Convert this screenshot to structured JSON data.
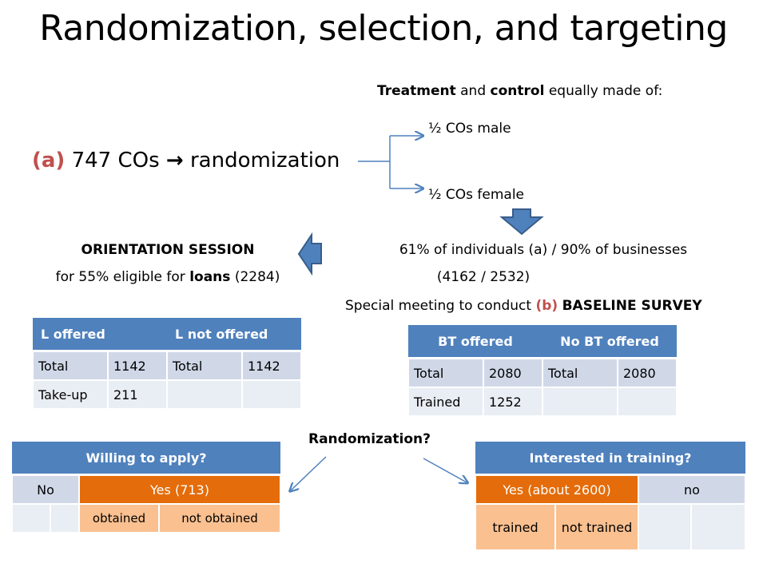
{
  "title": "Randomization, selection, and targeting",
  "treatment_header": {
    "treatment": "Treatment",
    "and": "and",
    "control": "control",
    "rest": "equally made of:"
  },
  "cos_male": "½ COs male",
  "cos_female": "½ COs female",
  "randomization_line": {
    "label": "(a)",
    "text": "747 COs",
    "arrow": "→",
    "rest": "randomization"
  },
  "orientation": {
    "title": "ORIENTATION SESSION",
    "line_prefix": "for 55% eligible for",
    "loans": "loans",
    "line_suffix": "(2284)"
  },
  "individuals": {
    "line1": "61% of individuals (a) / 90% of businesses",
    "line2": "(4162 / 2532)"
  },
  "special_meeting": {
    "prefix": "Special meeting to conduct",
    "label": "(b)",
    "suffix": "BASELINE SURVEY"
  },
  "loan_table": {
    "headers": [
      "L offered",
      "L not offered"
    ],
    "rows": [
      [
        "Total",
        "1142",
        "Total",
        "1142"
      ],
      [
        "Take-up",
        "211",
        "",
        ""
      ]
    ]
  },
  "bt_table": {
    "headers": [
      "BT offered",
      "No BT offered"
    ],
    "rows": [
      [
        "Total",
        "2080",
        "Total",
        "2080"
      ],
      [
        "Trained",
        "1252",
        "",
        ""
      ]
    ]
  },
  "randomization_question": "Randomization?",
  "apply_table": {
    "header": "Willing to apply?",
    "no": "No",
    "yes": "Yes (713)",
    "obtained": "obtained",
    "not_obtained": "not obtained"
  },
  "training_table": {
    "header": "Interested in training?",
    "yes": "Yes (about 2600)",
    "no": "no",
    "trained": "trained",
    "not_trained": "not trained"
  },
  "colors": {
    "header_blue": "#4f81bd",
    "arrow_blue": "#4f81bd",
    "orange": "#e46c0a",
    "peach": "#fac090",
    "accent_red": "#c0504d"
  }
}
